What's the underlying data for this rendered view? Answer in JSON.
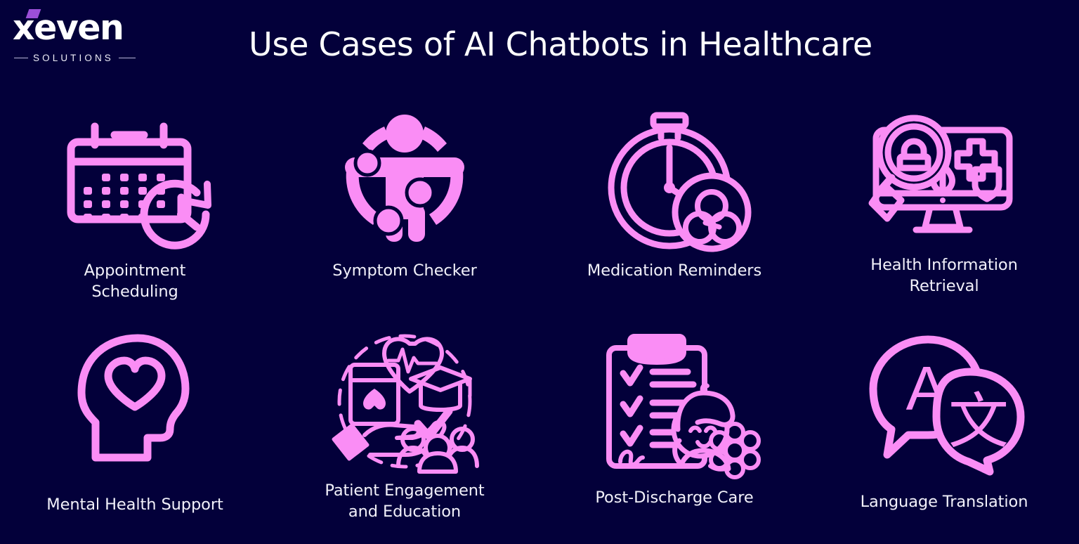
{
  "brand": {
    "name": "xeven",
    "tagline": "SOLUTIONS",
    "accent_color": "#9b4fd8",
    "text_color": "#ffffff"
  },
  "header": {
    "title": "Use Cases of AI Chatbots in Healthcare"
  },
  "theme": {
    "background": "#03003a",
    "icon_color": "#fa8df5",
    "label_color": "#f2f1fa"
  },
  "grid": {
    "columns": 4,
    "rows": 2,
    "items": [
      {
        "id": "appointment-scheduling",
        "label": "Appointment Scheduling",
        "icon": "calendar-clock-icon"
      },
      {
        "id": "symptom-checker",
        "label": "Symptom Checker",
        "icon": "body-scan-person-icon"
      },
      {
        "id": "medication-reminders",
        "label": "Medication Reminders",
        "icon": "stopwatch-pills-icon"
      },
      {
        "id": "health-information-retrieval",
        "label": "Health Information\nRetrieval",
        "icon": "monitor-magnifier-lock-icon"
      },
      {
        "id": "mental-health-support",
        "label": "Mental Health Support",
        "icon": "head-heart-icon"
      },
      {
        "id": "patient-engagement-and-education",
        "label": "Patient Engagement\nand Education",
        "icon": "hand-phone-heart-graduation-people-icon"
      },
      {
        "id": "post-discharge-care",
        "label": "Post-Discharge Care",
        "icon": "clipboard-checklist-patient-icon"
      },
      {
        "id": "language-translation",
        "label": "Language Translation",
        "icon": "speech-bubbles-translate-icon"
      }
    ]
  },
  "icon_glyphs": {
    "translate_latin": "A",
    "translate_cjk": "文"
  }
}
